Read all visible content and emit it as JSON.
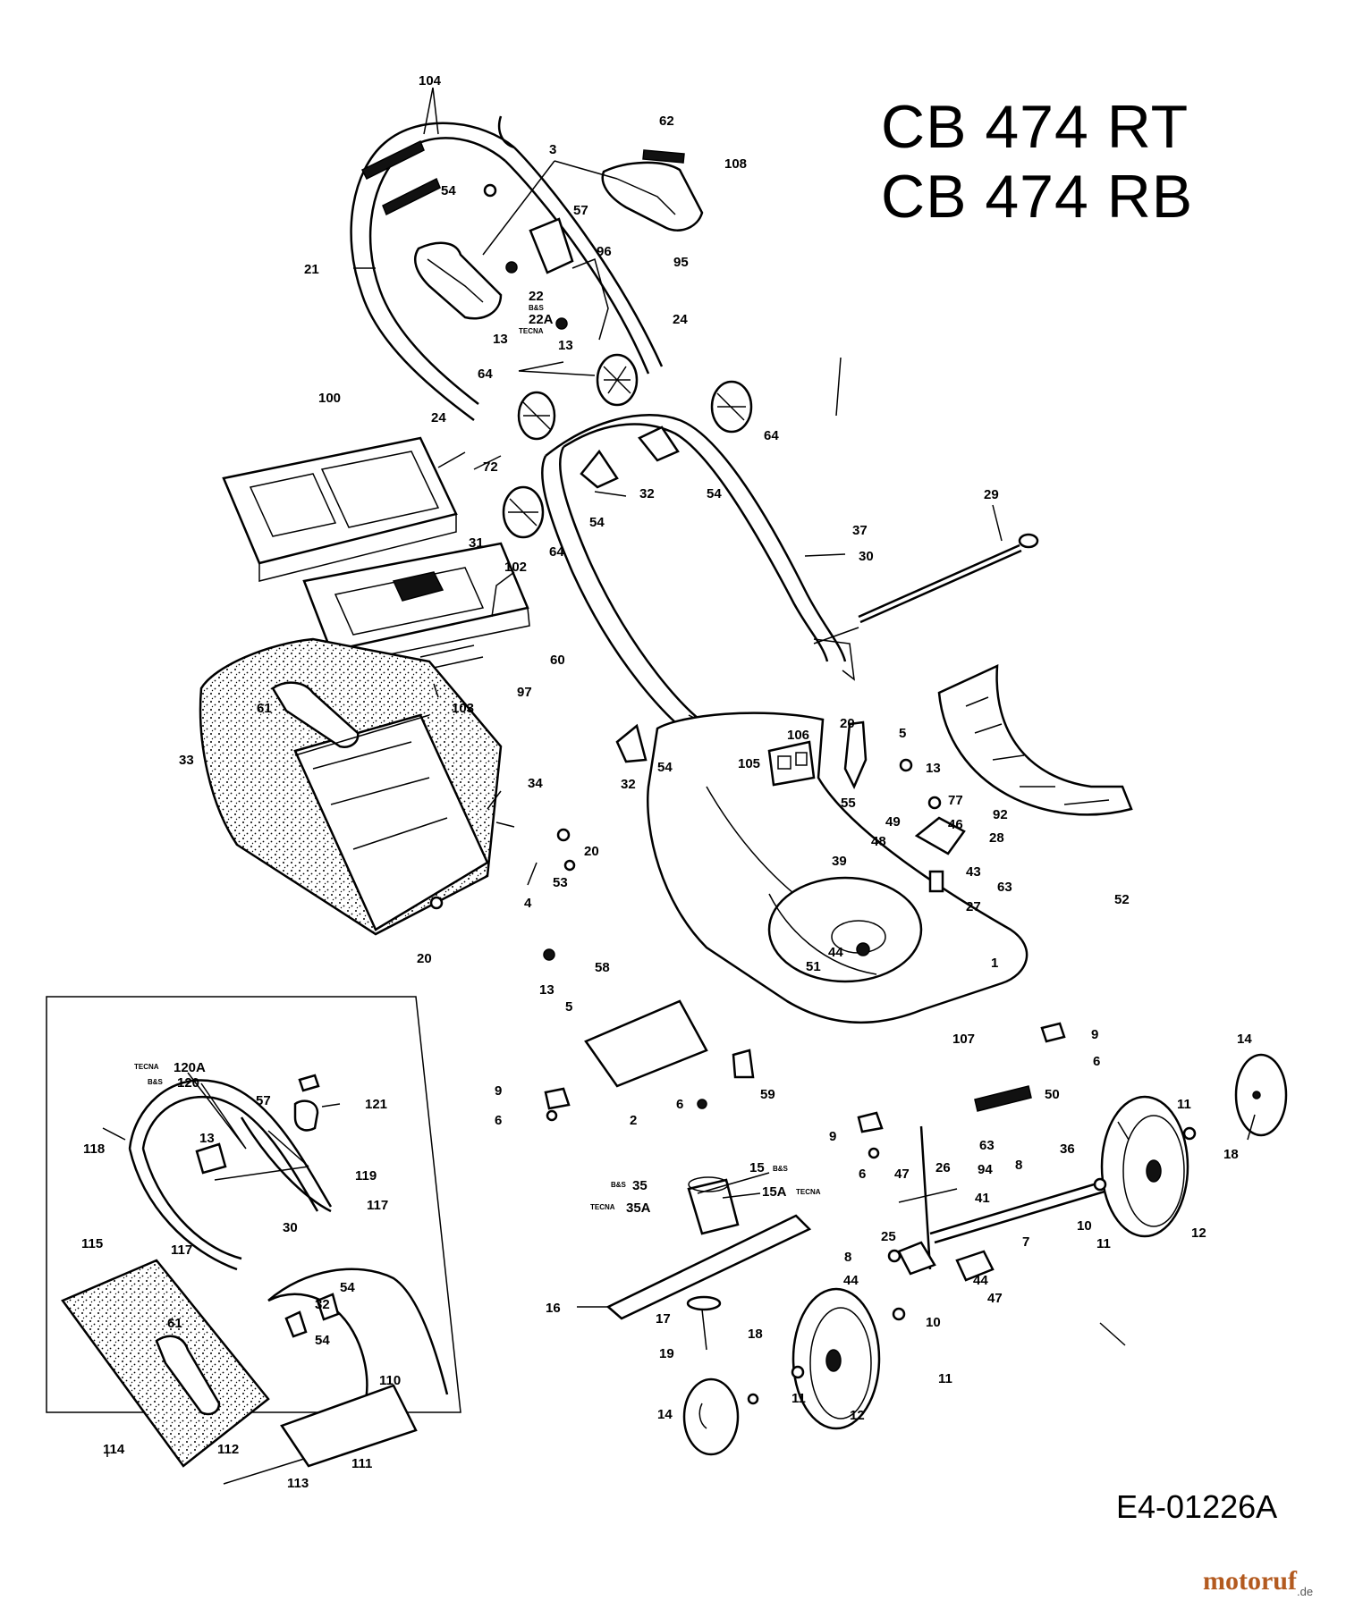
{
  "title_lines": [
    "CB 474 RT",
    "CB 474 RB"
  ],
  "diagram_code": "E4-01226A",
  "watermark": {
    "brand": "motoruf",
    "tld": ".de"
  },
  "labels": {
    "l104": "104",
    "l62": "62",
    "l3": "3",
    "l108": "108",
    "l54a": "54",
    "l57a": "57",
    "l96": "96",
    "l95": "95",
    "l21": "21",
    "l22": "22",
    "l22s": "B&S",
    "l22A": "22A",
    "l22As": "TECNA",
    "l13a": "13",
    "l13b": "13",
    "l24a": "24",
    "l64a": "64",
    "l64b": "64",
    "l100": "100",
    "l24b": "24",
    "l72": "72",
    "l32a": "32",
    "l54b": "54",
    "l54c": "54",
    "l64c": "64",
    "l37": "37",
    "l29": "29",
    "l30a": "30",
    "l31": "31",
    "l102": "102",
    "l60": "60",
    "l97": "97",
    "l61a": "61",
    "l103": "103",
    "l33": "33",
    "l20a": "20",
    "l5a": "5",
    "l13c": "13",
    "l106": "106",
    "l105": "105",
    "l32b": "32",
    "l54d": "54",
    "l77": "77",
    "l92": "92",
    "l46": "46",
    "l28": "28",
    "l49": "49",
    "l48": "48",
    "l55": "55",
    "l39": "39",
    "l43": "43",
    "l63a": "63",
    "l27": "27",
    "l52": "52",
    "l34": "34",
    "l20b": "20",
    "l53": "53",
    "l4": "4",
    "l20c": "20",
    "l58": "58",
    "l13d": "13",
    "l5b": "5",
    "l44a": "44",
    "l51": "51",
    "l1": "1",
    "l9a": "9",
    "l6a": "6",
    "l107": "107",
    "l14a": "14",
    "l9b": "9",
    "l6b": "6",
    "l2": "2",
    "l59": "59",
    "l6c": "6",
    "l50": "50",
    "l11a": "11",
    "l18a": "18",
    "l63b": "63",
    "l94": "94",
    "l9c": "9",
    "l36": "36",
    "l6d": "6",
    "l47a": "47",
    "l26": "26",
    "l8a": "8",
    "l35": "35",
    "l35s": "B&S",
    "l15": "15",
    "l15s": "B&S",
    "l35A": "35A",
    "l35As": "TECNA",
    "l15A": "15A",
    "l15As": "TECNA",
    "l41": "41",
    "l10a": "10",
    "l11b": "11",
    "l12a": "12",
    "l25": "25",
    "l7": "7",
    "l8b": "8",
    "l44b": "44",
    "l44c": "44",
    "l47b": "47",
    "l16": "16",
    "l17": "17",
    "l10b": "10",
    "l19": "19",
    "l18b": "18",
    "l11c": "11",
    "l11d": "11",
    "l14b": "14",
    "l12b": "12",
    "l120A": "120A",
    "l120As": "TECNA",
    "l120": "120",
    "l120s": "B&S",
    "l57b": "57",
    "l121": "121",
    "l118": "118",
    "l13e": "13",
    "l119": "119",
    "l117a": "117",
    "l115": "115",
    "l117b": "117",
    "l30b": "30",
    "l54e": "54",
    "l32c": "32",
    "l61b": "61",
    "l54f": "54",
    "l110": "110",
    "l114": "114",
    "l112": "112",
    "l111": "111",
    "l113": "113"
  }
}
